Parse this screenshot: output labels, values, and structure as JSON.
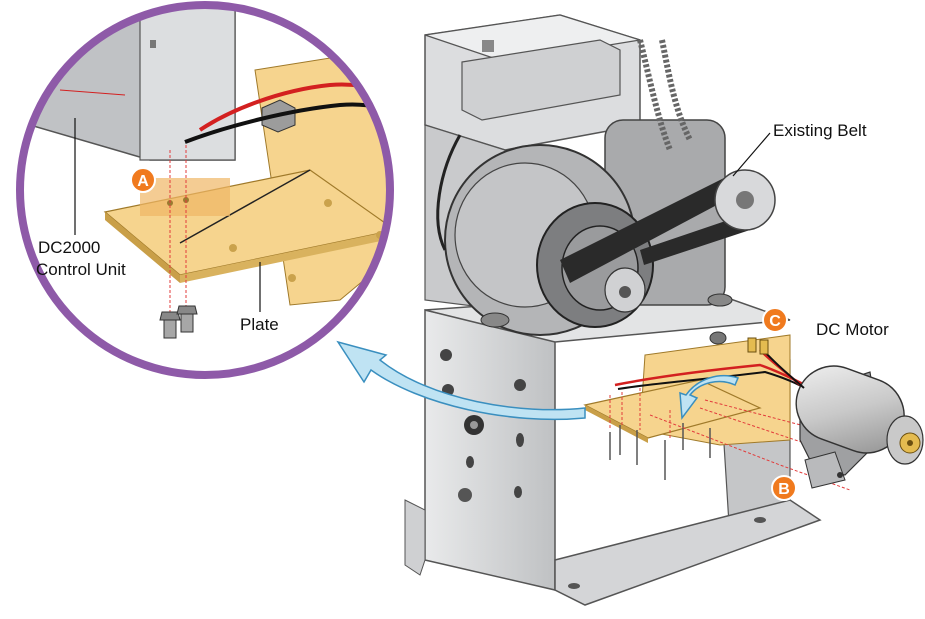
{
  "labels": {
    "existing_belt": "Existing Belt",
    "dc_motor": "DC Motor",
    "control_unit_line1": "DC2000",
    "control_unit_line2": "Control Unit",
    "plate": "Plate"
  },
  "callouts": {
    "a": "A",
    "b": "B",
    "c": "C"
  },
  "colors": {
    "magnifier_ring": "#8e5aa8",
    "callout_badge": "#f07a1e",
    "plate": "#f6d48e",
    "arrow": "#bfe3f3",
    "frame_metal": "#d9dadc",
    "wire_red": "#d32020",
    "wire_black": "#111111"
  }
}
